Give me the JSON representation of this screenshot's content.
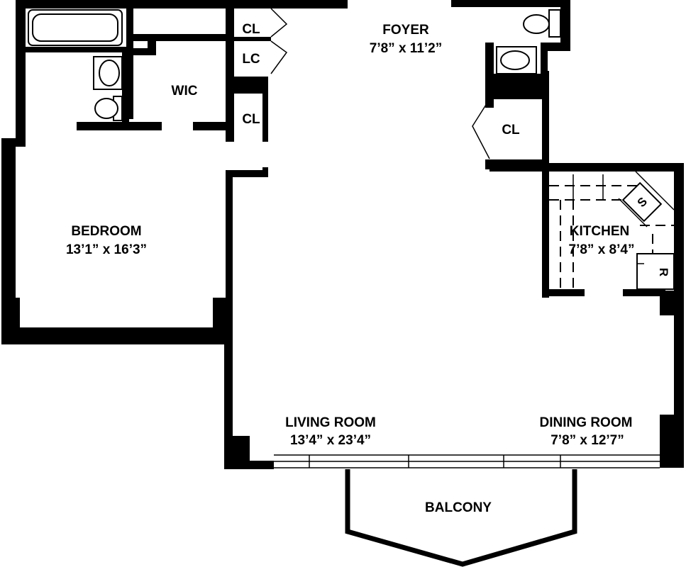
{
  "rooms": {
    "foyer": {
      "name": "FOYER",
      "dims": "7’8” x 11’2”"
    },
    "bedroom": {
      "name": "BEDROOM",
      "dims": "13’1” x 16’3”"
    },
    "kitchen": {
      "name": "KITCHEN",
      "dims": "7’8” x 8’4”"
    },
    "living": {
      "name": "LIVING ROOM",
      "dims": "13’4” x 23’4”"
    },
    "dining": {
      "name": "DINING ROOM",
      "dims": "7’8” x 12’7”"
    },
    "balcony": {
      "name": "BALCONY"
    }
  },
  "closets": {
    "cl_top": "CL",
    "lc": "LC",
    "cl_mid": "CL",
    "cl_right": "CL",
    "wic": "WIC"
  },
  "appliances": {
    "sink": "S",
    "refrigerator": "R"
  }
}
